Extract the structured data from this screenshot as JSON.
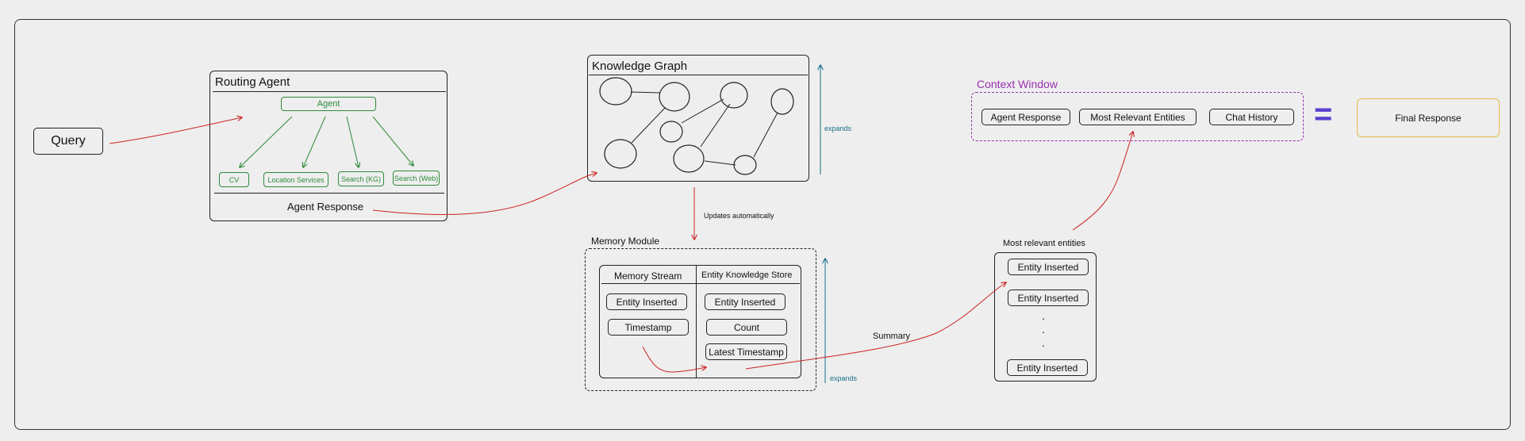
{
  "query": "Query",
  "routing": {
    "title": "Routing Agent",
    "agent": "Agent",
    "tools": [
      "CV",
      "Location Services",
      "Search (KG)",
      "Search (Web)"
    ],
    "response": "Agent Response"
  },
  "kg": {
    "title": "Knowledge Graph",
    "expands": "expands"
  },
  "updates": "Updates automatically",
  "memory": {
    "title": "Memory Module",
    "stream_title": "Memory Stream",
    "stream_items": [
      "Entity Inserted",
      "Timestamp"
    ],
    "store_title": "Entity Knowledge Store",
    "store_items": [
      "Entity Inserted",
      "Count",
      "Latest Timestamp"
    ],
    "expands": "expands"
  },
  "summary": "Summary",
  "relevant": {
    "title": "Most relevant entities",
    "items": [
      "Entity Inserted",
      "Entity Inserted",
      "Entity Inserted"
    ],
    "dots": ".",
    "dots2": ".",
    "dots3": "."
  },
  "context": {
    "title": "Context Window",
    "items": [
      "Agent Response",
      "Most Relevant Entities",
      "Chat History"
    ]
  },
  "equals": "=",
  "final": "Final Response",
  "colors": {
    "red": "#cc2222",
    "green": "#2e8b3a",
    "teal": "#17708a",
    "purple": "#9a2fb0",
    "equals": "#5a3fd0",
    "yellow": "#e8b84a"
  }
}
